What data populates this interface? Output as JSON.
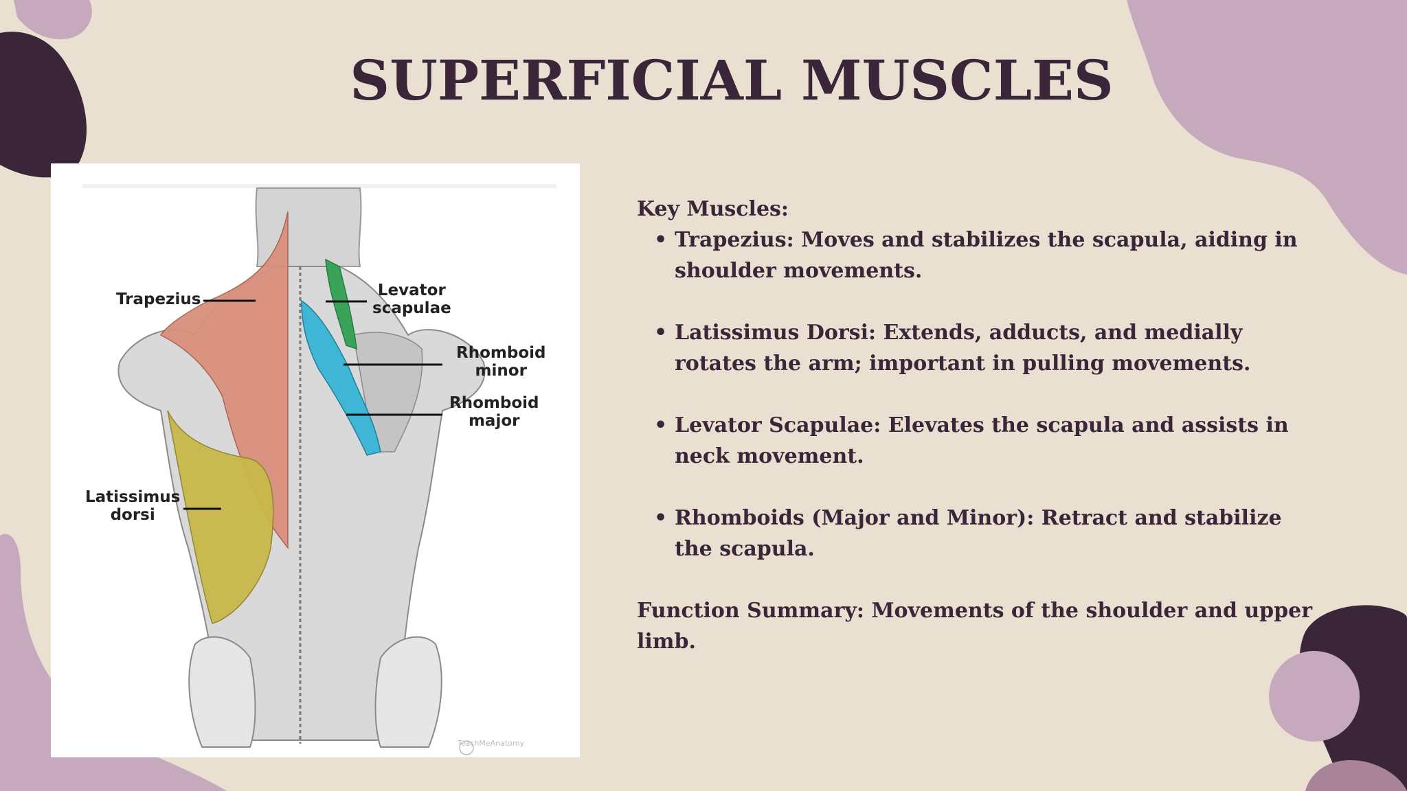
{
  "slide": {
    "title": "SUPERFICIAL MUSCLES"
  },
  "figure": {
    "labels": {
      "trapezius": "Trapezius",
      "levator_1": "Levator",
      "levator_2": "scapulae",
      "rhomboid_minor_1": "Rhomboid",
      "rhomboid_minor_2": "minor",
      "rhomboid_major_1": "Rhomboid",
      "rhomboid_major_2": "major",
      "latissimus_1": "Latissimus",
      "latissimus_2": "dorsi"
    },
    "watermark": "TeachMeAnatomy"
  },
  "content": {
    "heading": "Key Muscles:",
    "bullets": [
      "Trapezius: Moves and stabilizes the scapula, aiding in shoulder movements.",
      "Latissimus Dorsi: Extends, adducts, and medially rotates the arm; important in pulling movements.",
      "Levator Scapulae: Elevates the scapula and assists in neck movement.",
      "Rhomboids (Major and Minor): Retract and stabilize the scapula."
    ],
    "summary": "Function Summary: Movements of the shoulder and upper limb."
  },
  "colors": {
    "background": "#eae0d2",
    "dark_plum": "#3b2538",
    "mauve": "#c7a9bd",
    "trapezius": "#d9907c",
    "latissimus": "#c9b84a",
    "levator": "#3aa35a",
    "rhomboid": "#3fb6d6"
  }
}
